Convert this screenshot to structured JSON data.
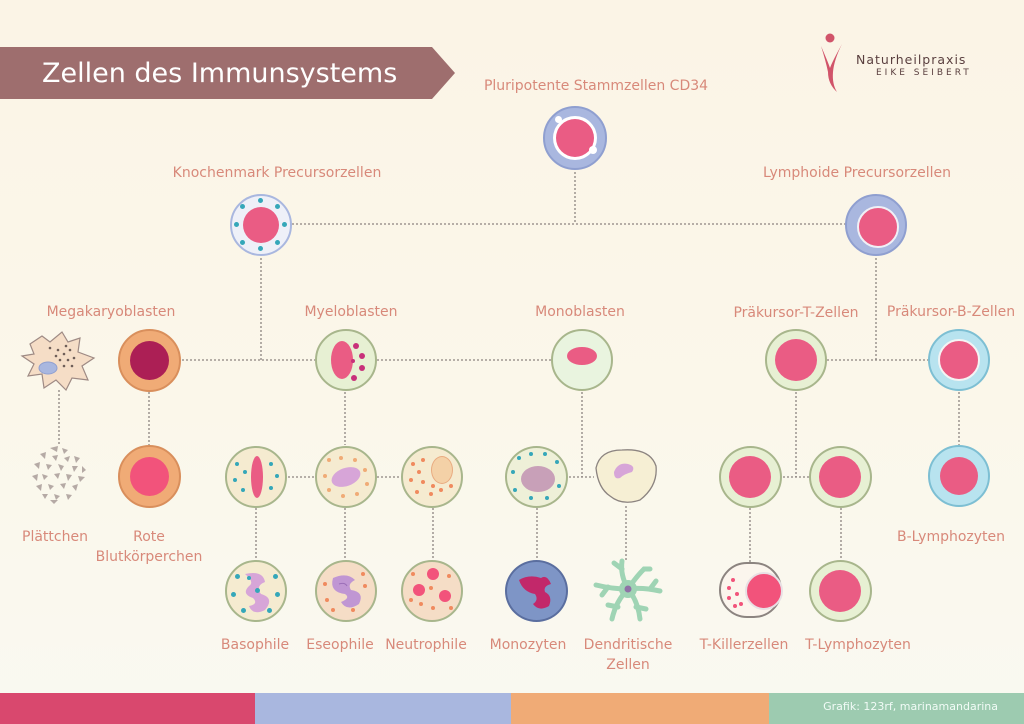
{
  "title": "Zellen des Immunsystems",
  "logo": {
    "name": "Naturheilpraxis",
    "subtitle": "EIKE SEIBERT"
  },
  "labels": {
    "stem": "Pluripotente Stammzellen CD34",
    "bone_marrow": "Knochenmark Precursorzellen",
    "lymphoid": "Lymphoide Precursorzellen",
    "megakaryoblasts": "Megakaryoblasten",
    "myeloblasts": "Myeloblasten",
    "monoblasts": "Monoblasten",
    "pre_t": "Präkursor-T-Zellen",
    "pre_b": "Präkursor-B-Zellen",
    "platelets": "Plättchen",
    "red_blood_1": "Rote",
    "red_blood_2": "Blutkörperchen",
    "b_lymphocytes": "B-Lymphozyten",
    "basophils": "Basophile",
    "eosinophils": "Eseophile",
    "neutrophils": "Neutrophile",
    "monocytes": "Monozyten",
    "dendritic_1": "Dendritische",
    "dendritic_2": "Zellen",
    "t_killer": "T-Killerzellen",
    "t_lymphocytes": "T-Lymphozyten"
  },
  "credit": "Grafik: 123rf, marinamandarina",
  "colors": {
    "banner": "#9e6e6e",
    "label": "#d8897a",
    "footer": [
      "#d9486e",
      "#a9b7df",
      "#f0ab76",
      "#9dcbb0"
    ]
  }
}
